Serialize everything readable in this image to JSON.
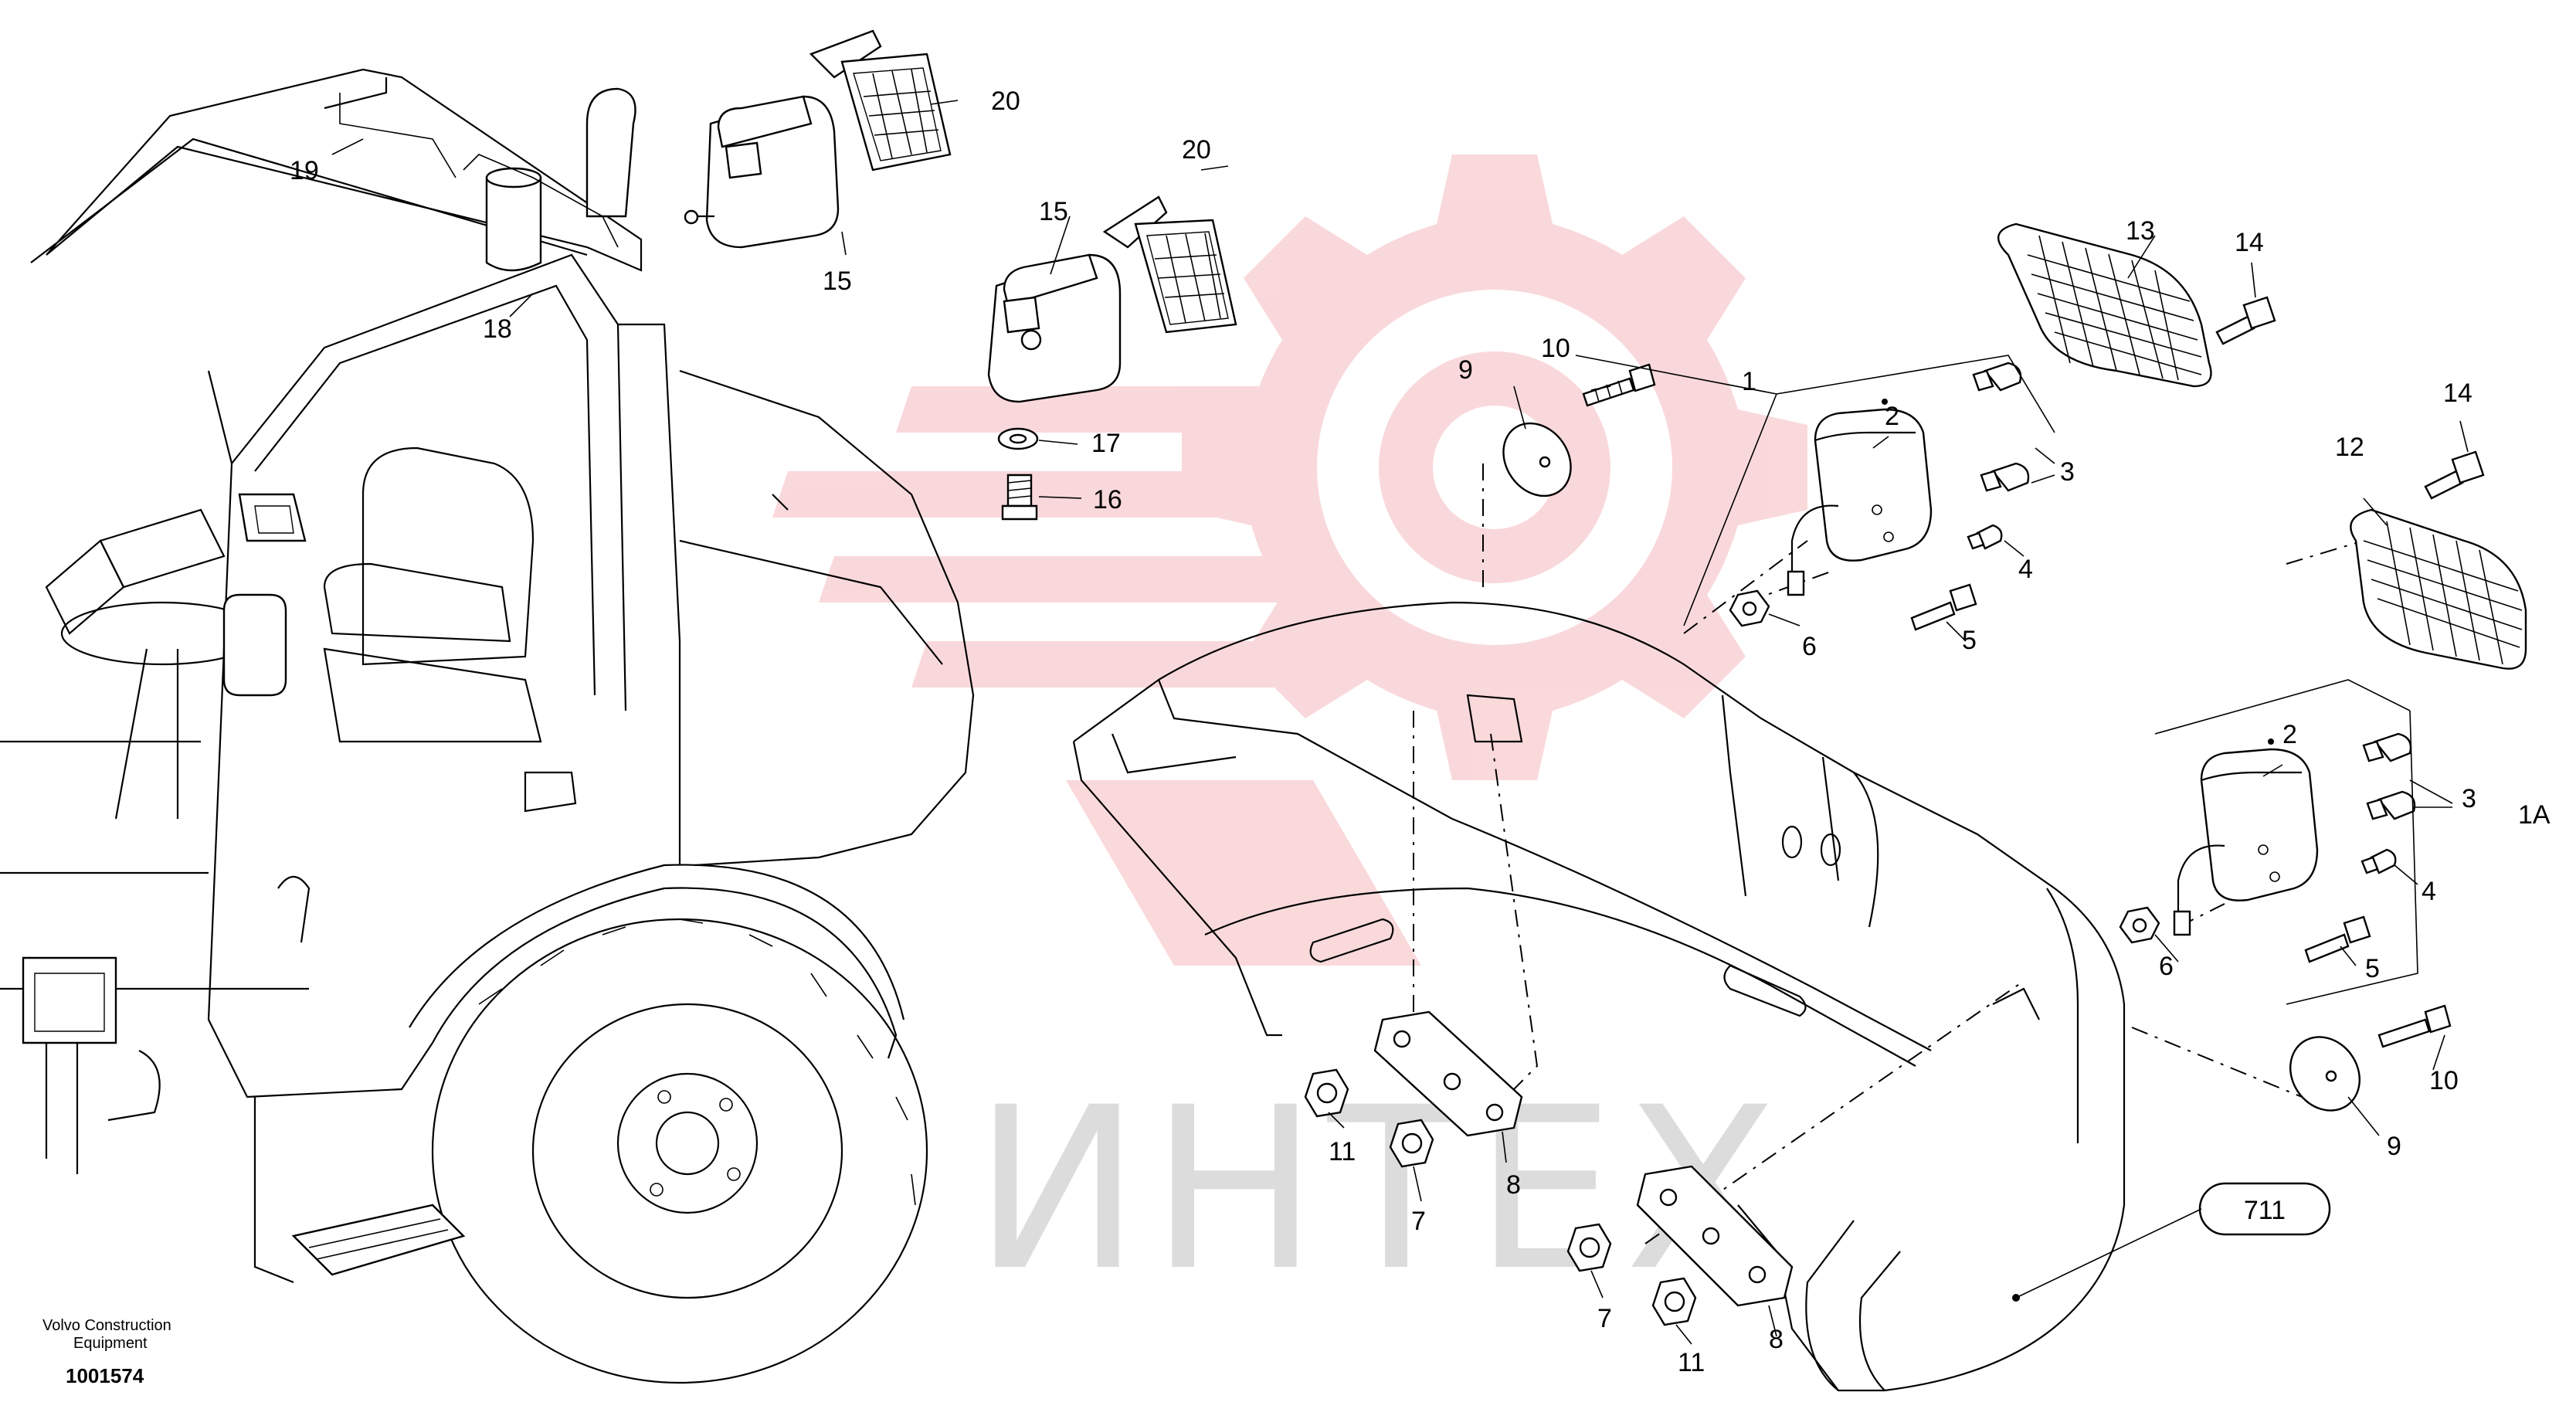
{
  "watermark": {
    "text": "ИНТЕХ",
    "gear_color": "#f7c9cc",
    "text_color": "#d8d8d8"
  },
  "reference_badge": {
    "label": "711"
  },
  "footer": {
    "company_line1": "Volvo Construction",
    "company_line2": "Equipment",
    "drawing_number": "1001574"
  },
  "callouts": [
    {
      "id": "c19",
      "label": "19"
    },
    {
      "id": "c18",
      "label": "18"
    },
    {
      "id": "c15a",
      "label": "15"
    },
    {
      "id": "c20a",
      "label": "20"
    },
    {
      "id": "c15b",
      "label": "15"
    },
    {
      "id": "c20b",
      "label": "20"
    },
    {
      "id": "c17",
      "label": "17"
    },
    {
      "id": "c16",
      "label": "16"
    },
    {
      "id": "c9a",
      "label": "9"
    },
    {
      "id": "c10a",
      "label": "10"
    },
    {
      "id": "c1",
      "label": "1"
    },
    {
      "id": "c2a",
      "label": "2"
    },
    {
      "id": "c3a",
      "label": "3"
    },
    {
      "id": "c4a",
      "label": "4"
    },
    {
      "id": "c5a",
      "label": "5"
    },
    {
      "id": "c6a",
      "label": "6"
    },
    {
      "id": "c13",
      "label": "13"
    },
    {
      "id": "c14a",
      "label": "14"
    },
    {
      "id": "c14b",
      "label": "14"
    },
    {
      "id": "c12",
      "label": "12"
    },
    {
      "id": "c2b",
      "label": "2"
    },
    {
      "id": "c3b",
      "label": "3"
    },
    {
      "id": "c1A",
      "label": "1A"
    },
    {
      "id": "c4b",
      "label": "4"
    },
    {
      "id": "c6b",
      "label": "6"
    },
    {
      "id": "c5b",
      "label": "5"
    },
    {
      "id": "c10b",
      "label": "10"
    },
    {
      "id": "c9b",
      "label": "9"
    },
    {
      "id": "c11a",
      "label": "11"
    },
    {
      "id": "c8a",
      "label": "8"
    },
    {
      "id": "c7a",
      "label": "7"
    },
    {
      "id": "c7b",
      "label": "7"
    },
    {
      "id": "c11b",
      "label": "11"
    },
    {
      "id": "c8b",
      "label": "8"
    }
  ]
}
